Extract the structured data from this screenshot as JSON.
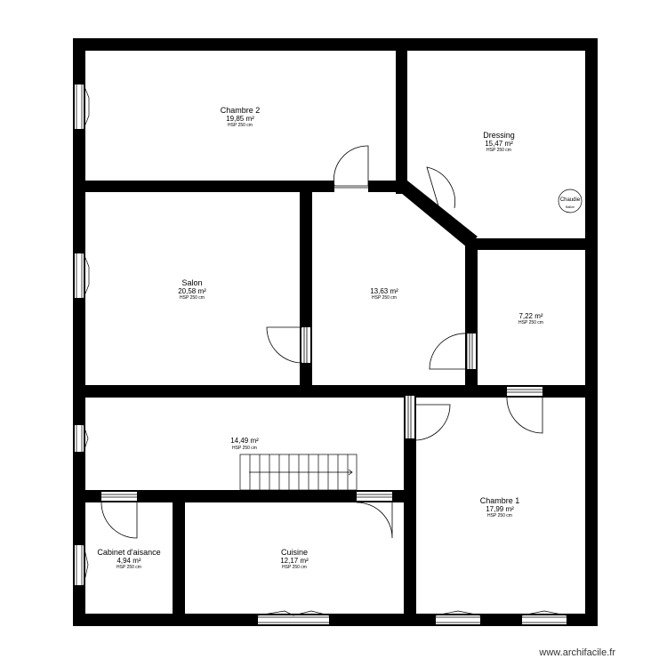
{
  "hsp_label": "HSP 250 cm",
  "rooms": {
    "chambre2": {
      "name": "Chambre 2",
      "area": "19,85 m²"
    },
    "dressing": {
      "name": "Dressing",
      "area": "15,47 m²"
    },
    "salon": {
      "name": "Salon",
      "area": "20,58 m²"
    },
    "room_1363": {
      "area": "13,63 m²"
    },
    "room_722": {
      "area": "7,22 m²"
    },
    "hall": {
      "area": "14,49 m²"
    },
    "cabinet": {
      "name": "Cabinet d'aisance",
      "area": "4,94 m²"
    },
    "cuisine": {
      "name": "Cuisine",
      "area": "12,17 m²"
    },
    "chambre1": {
      "name": "Chambre 1",
      "area": "17,99 m²"
    }
  },
  "boiler": {
    "label": "Chaudie",
    "sublabel": "Ballon"
  },
  "watermark": "www.archifacile.fr"
}
